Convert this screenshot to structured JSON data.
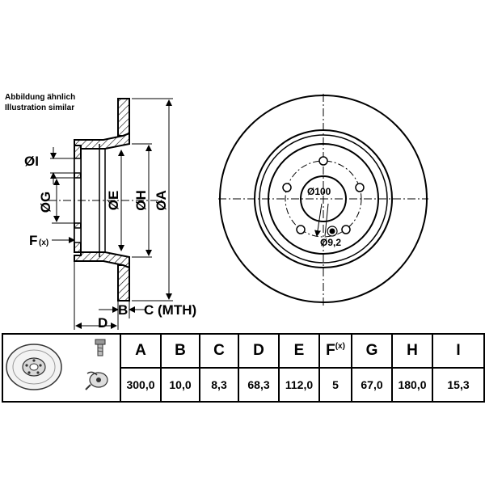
{
  "notes": {
    "line1": "Abbildung ähnlich",
    "line2": "Illustration similar"
  },
  "drawing_labels": {
    "I": "ØI",
    "G": "ØG",
    "E": "ØE",
    "H": "ØH",
    "A": "ØA",
    "F_main": "F",
    "F_sub": "(x)",
    "B": "B",
    "C_MTH": "C (MTH)",
    "D": "D",
    "hub_diameter": "Ø100",
    "bolt_diameter": "Ø9,2"
  },
  "table": {
    "headers": [
      "A",
      "B",
      "C",
      "D",
      "E",
      "F",
      "G",
      "H",
      "I"
    ],
    "header_F_sub": "(x)",
    "values": [
      "300,0",
      "10,0",
      "8,3",
      "68,3",
      "112,0",
      "5",
      "67,0",
      "180,0",
      "15,3"
    ]
  },
  "icons": {
    "disc_thumbnail": "brake-disc-thumbnail-icon",
    "bolt": "bolt-icon",
    "wrench": "wrench-icon"
  }
}
